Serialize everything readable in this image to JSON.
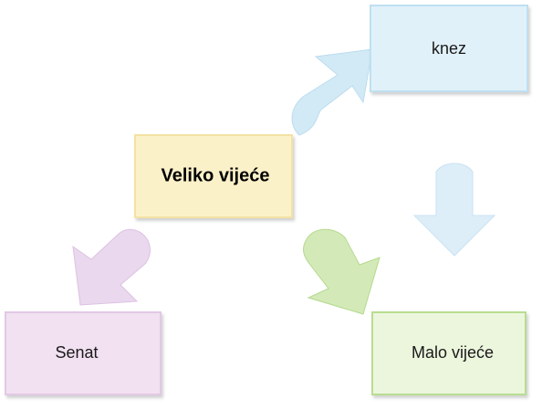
{
  "nodes": {
    "knez": {
      "label": "knez",
      "fill": "#e1f1fa",
      "stroke": "#bfe0f1"
    },
    "veliko_vijece": {
      "label": "Veliko vijeće",
      "fill": "#fbf1c9",
      "stroke": "#f3e2a3"
    },
    "senat": {
      "label": "Senat",
      "fill": "#f1e1f1",
      "stroke": "#e2c8e6"
    },
    "malo_vijece": {
      "label": "Malo vijeće",
      "fill": "#ecf6dd",
      "stroke": "#b8dd90"
    }
  },
  "arrows": [
    {
      "from": "Veliko vijeće",
      "to": "knez",
      "color": "#cfe9f5"
    },
    {
      "from": "knez",
      "to": "Malo vijeće",
      "color": "#ddeef8"
    },
    {
      "from": "Veliko vijeće",
      "to": "Malo vijeće",
      "color": "#d3eab8"
    },
    {
      "from": "Veliko vijeće",
      "to": "Senat",
      "color": "#ead8ee"
    }
  ]
}
